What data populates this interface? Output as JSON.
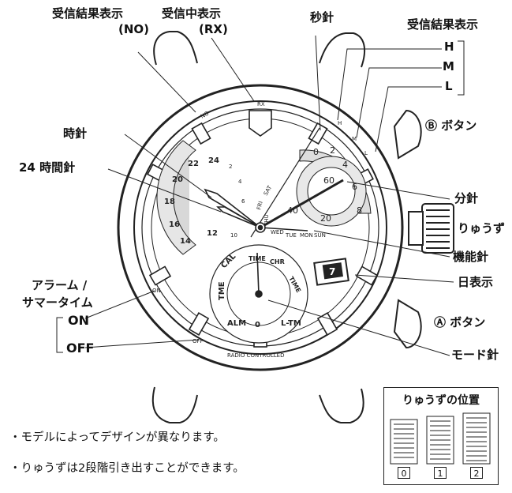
{
  "labels": {
    "reception_result_no": "受信結果表示",
    "reception_result_no_sub": "(NO)",
    "receiving": "受信中表示",
    "receiving_sub": "(RX)",
    "second_hand": "秒針",
    "reception_result": "受信結果表示",
    "level_h": "H",
    "level_m": "M",
    "level_l": "L",
    "button_b": "Ⓑ ボタン",
    "hour_hand": "時針",
    "hand_24h": "24 時間針",
    "minute_hand": "分針",
    "crown": "りゅうず",
    "function_hand": "機能針",
    "date_display": "日表示",
    "alarm_summer": "アラーム /",
    "alarm_summer_2": "サマータイム",
    "on": "ON",
    "off": "OFF",
    "button_a": "Ⓐ ボタン",
    "mode_hand": "モード針"
  },
  "notes": [
    "・モデルによってデザインが異なります。",
    "・りゅうずは2段階引き出すことができます。"
  ],
  "crown_positions": {
    "title": "りゅうずの位置",
    "positions": [
      "0",
      "1",
      "2"
    ]
  },
  "dial": {
    "rx": "RX",
    "no": "NO",
    "h": "H",
    "m": "M",
    "l": "L",
    "on": "ON",
    "off": "OFF",
    "radio": "RADIO CONTROLLED",
    "date": "7",
    "days": [
      "SAT",
      "FRI",
      "THU",
      "WED",
      "TUE",
      "MON",
      "SUN"
    ],
    "h24": [
      "24",
      "22",
      "20",
      "18",
      "16",
      "14",
      "12"
    ],
    "small": [
      "2",
      "4",
      "6",
      "8",
      "10",
      "12"
    ],
    "sub_sec": [
      "0",
      "2",
      "4",
      "6",
      "8"
    ],
    "sub_min": [
      "60",
      "40",
      "20"
    ],
    "modes": [
      "CAL",
      "TIME",
      "CHR",
      "TIME",
      "L-TM",
      "0",
      "ALM",
      "TME"
    ]
  }
}
